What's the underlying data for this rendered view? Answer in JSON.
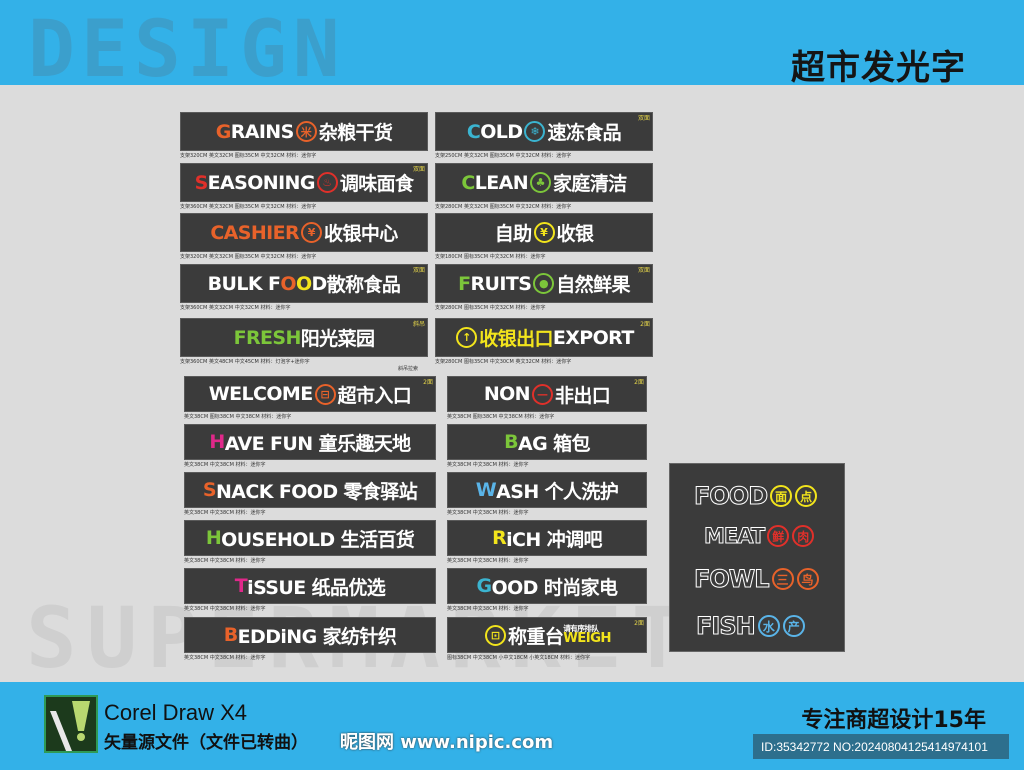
{
  "header": {
    "watermark": "DESIGN",
    "title": "超市发光字"
  },
  "background_watermark": "SUPERMARKET",
  "colors": {
    "blue": "#33b1e8",
    "sign_bg": "#3b3b3b",
    "orange": "#e8622a",
    "red": "#e0302a",
    "yellow": "#f2e41c",
    "green": "#7cc63a",
    "cyan": "#3bb4d0",
    "magenta": "#e0288a",
    "blue_light": "#5ab4e8"
  },
  "signs_top_left": [
    {
      "parts": [
        {
          "t": "G",
          "c": "orange"
        },
        {
          "t": "RAINS",
          "c": "white"
        },
        {
          "icon": "rice-bag-icon",
          "g": "米",
          "c": "orange"
        },
        {
          "t": "杂粮干货",
          "c": "white"
        }
      ],
      "spec": "支架320CM  英文32CM  图标35CM  中文32CM  材料：迷你字"
    },
    {
      "parts": [
        {
          "t": "S",
          "c": "red"
        },
        {
          "t": "EASONING",
          "c": "white"
        },
        {
          "icon": "gourd-icon",
          "g": "♨",
          "c": "red"
        },
        {
          "t": "调味面食",
          "c": "white"
        }
      ],
      "badge": "双面",
      "spec": "支架360CM  英文32CM  图标35CM  中文32CM  材料：迷你字"
    },
    {
      "parts": [
        {
          "t": "CASHIER",
          "c": "orange"
        },
        {
          "icon": "yen-icon",
          "g": "¥",
          "c": "orange"
        },
        {
          "t": "收银中心",
          "c": "white"
        }
      ],
      "spec": "支架320CM  英文32CM  图标35CM  中文32CM  材料：迷你字"
    },
    {
      "parts": [
        {
          "t": "BULK F",
          "c": "white"
        },
        {
          "t": "O",
          "c": "orange"
        },
        {
          "t": "O",
          "c": "yellow"
        },
        {
          "t": "D",
          "c": "white"
        },
        {
          "t": " 散称食品",
          "c": "white"
        }
      ],
      "badge": "双面",
      "spec": "支架360CM  英文32CM  中文32CM  材料：迷你字"
    },
    {
      "parts": [
        {
          "t": "FRESH",
          "c": "green"
        },
        {
          "t": "阳光菜园",
          "c": "white"
        }
      ],
      "badge": "斜吊",
      "spec": "支架360CM  英文48CM  中文45CM  材料：灯泡字+迷你字",
      "note": "斜吊拉索"
    }
  ],
  "signs_top_right": [
    {
      "parts": [
        {
          "t": "C",
          "c": "cyan"
        },
        {
          "t": "OLD",
          "c": "white"
        },
        {
          "icon": "snowflake-icon",
          "g": "❄",
          "c": "cyan"
        },
        {
          "t": "速冻食品",
          "c": "white"
        }
      ],
      "badge": "双面",
      "spec": "支架250CM  英文32CM  图标35CM  中文32CM  材料：迷你字"
    },
    {
      "parts": [
        {
          "t": "C",
          "c": "green"
        },
        {
          "t": "LEAN",
          "c": "white"
        },
        {
          "icon": "laundry-basket-icon",
          "g": "♣",
          "c": "green"
        },
        {
          "t": "家庭清洁",
          "c": "white"
        }
      ],
      "spec": "支架280CM  英文32CM  图标35CM  中文32CM  材料：迷你字"
    },
    {
      "parts": [
        {
          "t": "自助",
          "c": "white"
        },
        {
          "icon": "phone-pay-icon",
          "g": "¥",
          "c": "yellow"
        },
        {
          "t": "收银",
          "c": "white"
        }
      ],
      "spec": "支架180CM  图标35CM  中文32CM  材料：迷你字"
    },
    {
      "parts": [
        {
          "t": "F",
          "c": "green"
        },
        {
          "t": "RUITS",
          "c": "white"
        },
        {
          "icon": "fruit-icon",
          "g": "●",
          "c": "green"
        },
        {
          "t": "自然鲜果",
          "c": "white"
        }
      ],
      "badge": "双面",
      "spec": "支架280CM  图标35CM  中文32CM  材料：迷你字"
    },
    {
      "parts": [
        {
          "icon": "arrow-up-icon",
          "g": "↑",
          "c": "yellow"
        },
        {
          "t": "收银出口",
          "c": "yellow"
        },
        {
          "t": "EXPORT",
          "c": "white"
        }
      ],
      "badge": "2面",
      "spec": "支架280CM  图标35CM  中文30CM  英文32CM  材料：迷你字"
    }
  ],
  "signs_bottom_left": [
    {
      "parts": [
        {
          "t": "WELCOME",
          "c": "white"
        },
        {
          "icon": "cart-icon",
          "g": "⊟",
          "c": "orange"
        },
        {
          "t": "超市入口",
          "c": "white"
        }
      ],
      "badge": "2面",
      "spec": "英文38CM  图标38CM  中文38CM  材料：迷你字"
    },
    {
      "parts": [
        {
          "t": "H",
          "c": "magenta"
        },
        {
          "t": "AVE FUN 童乐趣天地",
          "c": "white"
        }
      ],
      "spec": "英文38CM  中文38CM  材料：迷你字"
    },
    {
      "parts": [
        {
          "t": "S",
          "c": "orange"
        },
        {
          "t": "NACK FOOD 零食驿站",
          "c": "white"
        }
      ],
      "spec": "英文38CM  中文38CM  材料：迷你字"
    },
    {
      "parts": [
        {
          "t": "H",
          "c": "green"
        },
        {
          "t": "OUSEHOLD 生活百货",
          "c": "white"
        }
      ],
      "spec": "英文38CM  中文38CM  材料：迷你字"
    },
    {
      "parts": [
        {
          "t": "T",
          "c": "magenta"
        },
        {
          "t": "iSSUE 纸品优选",
          "c": "white"
        }
      ],
      "spec": "英文38CM  中文38CM  材料：迷你字"
    },
    {
      "parts": [
        {
          "t": "B",
          "c": "orange"
        },
        {
          "t": "EDDiNG 家纺针织",
          "c": "white"
        }
      ],
      "spec": "英文38CM  中文38CM  材料：迷你字"
    }
  ],
  "signs_bottom_right": [
    {
      "parts": [
        {
          "t": "NON",
          "c": "white"
        },
        {
          "icon": "no-entry-icon",
          "g": "—",
          "c": "red"
        },
        {
          "t": "非出口",
          "c": "white"
        }
      ],
      "badge": "2面",
      "spec": "英文38CM  图标38CM  中文38CM  材料：迷你字"
    },
    {
      "parts": [
        {
          "t": "B",
          "c": "green"
        },
        {
          "t": "AG 箱包",
          "c": "white"
        }
      ],
      "spec": "英文38CM  中文38CM  材料：迷你字"
    },
    {
      "parts": [
        {
          "t": "W",
          "c": "blue_light"
        },
        {
          "t": "ASH 个人洗护",
          "c": "white"
        }
      ],
      "spec": "英文38CM  中文38CM  材料：迷你字"
    },
    {
      "parts": [
        {
          "t": "R",
          "c": "yellow"
        },
        {
          "t": "iCH 冲调吧",
          "c": "white"
        }
      ],
      "spec": "英文38CM  中文38CM  材料：迷你字"
    },
    {
      "parts": [
        {
          "t": "G",
          "c": "cyan"
        },
        {
          "t": "OOD 时尚家电",
          "c": "white"
        }
      ],
      "spec": "英文38CM  中文38CM  材料：迷你字"
    },
    {
      "parts": [
        {
          "icon": "scale-icon",
          "g": "⊡",
          "c": "yellow"
        },
        {
          "t": "称重台",
          "c": "white"
        },
        {
          "stack": [
            "请有序排队",
            "WEIGH"
          ],
          "c": "yellow"
        }
      ],
      "badge": "2面",
      "spec": "图标38CM  中文38CM  小中文18CM  小英文18CM  材料：迷你字"
    }
  ],
  "panel": [
    {
      "word": "FOOD",
      "chars": [
        "面",
        "点"
      ],
      "c": "yellow"
    },
    {
      "word": "MEAT",
      "chars": [
        "鲜",
        "肉"
      ],
      "c": "red"
    },
    {
      "word": "FOWL",
      "chars": [
        "三",
        "鸟"
      ],
      "c": "orange"
    },
    {
      "word": "FISH",
      "chars": [
        "水",
        "产"
      ],
      "c": "blue_light"
    }
  ],
  "footer": {
    "software": "Corel Draw X4",
    "desc": "矢量源文件（文件已转曲）",
    "slogan": "专注商超设计15年",
    "site_watermark": "昵图网 www.nipic.com",
    "id_text": "ID:35342772 NO:20240804125414974101"
  }
}
